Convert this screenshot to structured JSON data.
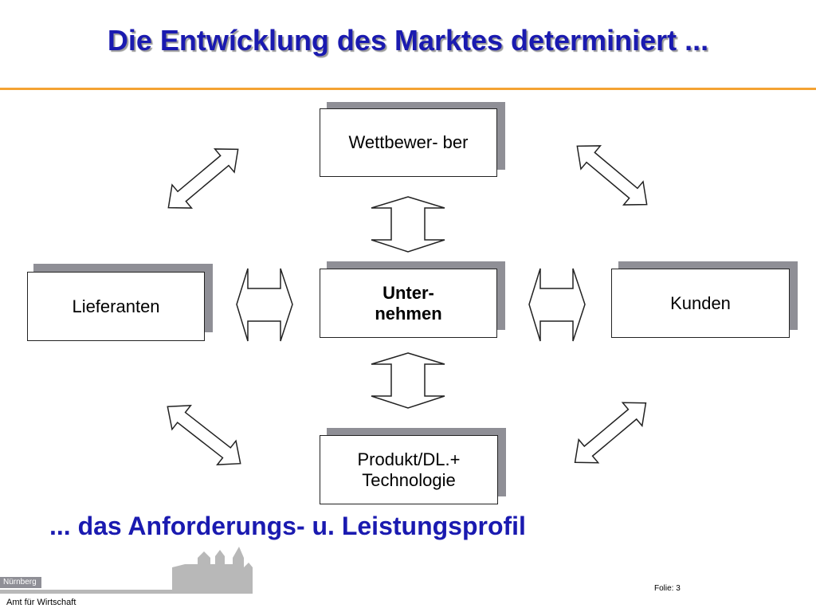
{
  "title": "Die Entwícklung des Marktes determiniert ...",
  "boxes": {
    "wettbewerber": "Wettbewer- ber",
    "unternehmen": "Unter- nehmen",
    "lieferanten": "Lieferanten",
    "kunden": "Kunden",
    "produkt": "Produkt/DL.+ Technologie"
  },
  "subtitle": "... das Anforderungs- u. Leistungsprofil",
  "footer": {
    "city": "Nürnberg",
    "department": "Amt für Wirtschaft",
    "slide": "Folie: 3"
  },
  "colors": {
    "title": "#1a1ab0",
    "rule": "#f4a232",
    "shadow": "#8f8f96"
  }
}
